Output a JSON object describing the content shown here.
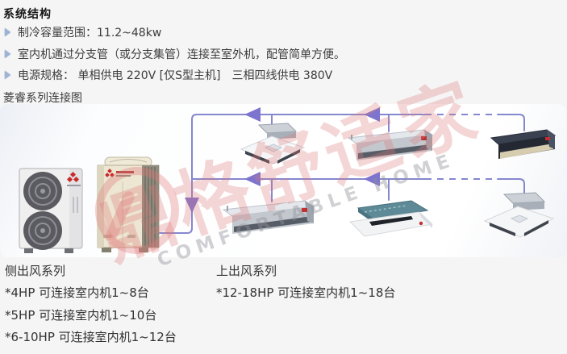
{
  "header": {
    "title": "系统结构",
    "bullets": [
      "制冷容量范围：11.2~48kw",
      "室内机通过分支管（或分支集管）连接至室外机，配管简单方便。",
      "电源规格： 单相供电 220V [仅S型主机]　三相四线供电 380V"
    ],
    "diagram_title": "菱睿系列连接图"
  },
  "diagram": {
    "watermark": {
      "cn": "鼎格舒适家",
      "en": "COMFORTABLE HOME"
    },
    "colors": {
      "line": "#8587cf",
      "arrow": "#7d74ce"
    },
    "units": [
      "outdoor-unit-side-blow",
      "outdoor-unit-top-blow",
      "indoor-cassette-4way-top",
      "indoor-ducted-light-top",
      "indoor-ducted-dark-top",
      "indoor-ducted-light-bottom",
      "indoor-cassette-1way-teal",
      "indoor-cassette-4way-bottom"
    ]
  },
  "notes": {
    "left": {
      "title": "侧出风系列",
      "items": [
        "*4HP 可连接室内机1~8台",
        "*5HP 可连接室内机1~10台",
        "*6-10HP 可连接室内机1~12台"
      ]
    },
    "right": {
      "title": "上出风系列",
      "items": [
        "*12-18HP 可连接室内机1~18台"
      ]
    }
  }
}
